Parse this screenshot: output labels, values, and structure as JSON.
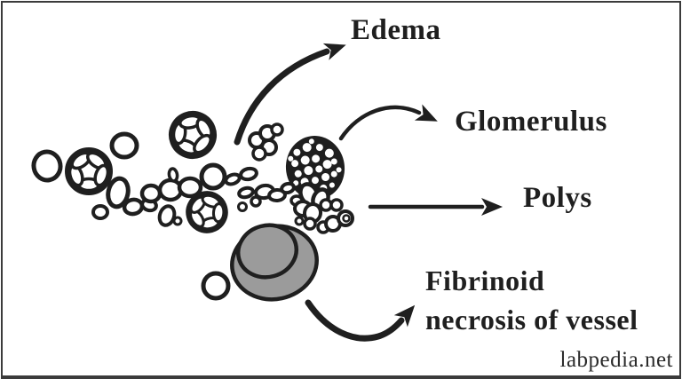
{
  "figure": {
    "background": "#ffffff",
    "frame_color": "#3b3b3b",
    "ink_color": "#1f1f1f",
    "vessel_fill": "#9b9b9b",
    "labels": {
      "edema": "Edema",
      "glomerulus": "Glomerulus",
      "polys": "Polys",
      "fibrinoid_line1": "Fibrinoid",
      "fibrinoid_line2": "necrosis of vessel"
    },
    "watermark": "labpedia.net"
  }
}
